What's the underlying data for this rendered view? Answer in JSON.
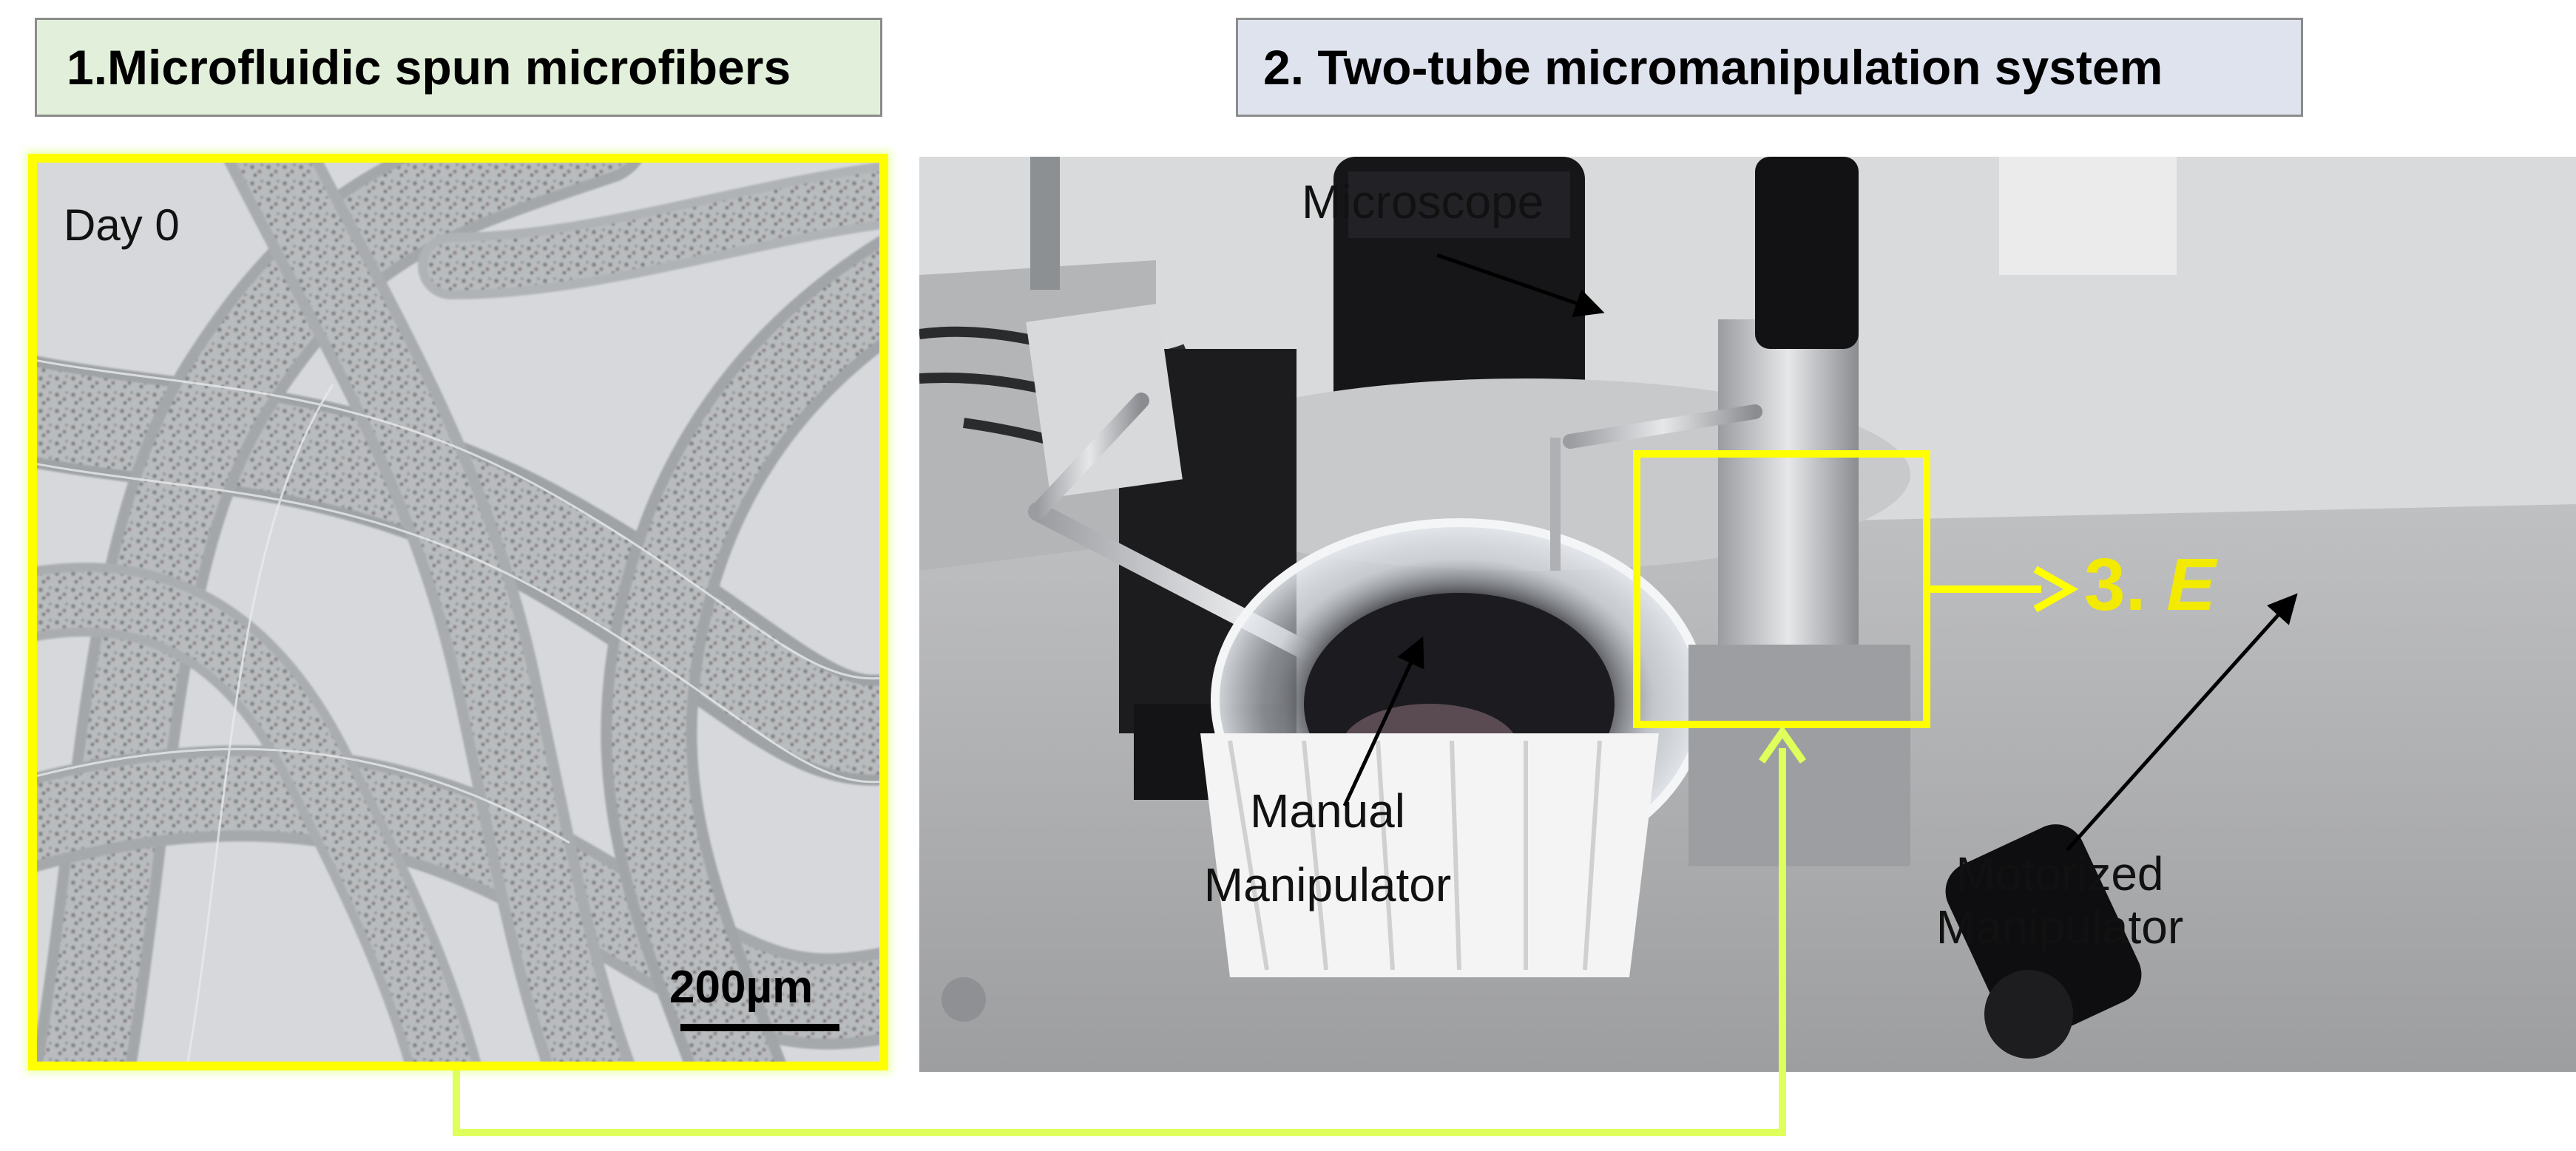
{
  "headers": {
    "panel1": "1.Microfluidic spun microfibers",
    "panel2": "2. Two-tube micromanipulation system"
  },
  "left_panel": {
    "day_label": "Day 0",
    "scale_label": "200µm"
  },
  "right_panel": {
    "labels": {
      "microscope": "Microscope",
      "manual_line1": "Manual",
      "manual_line2": "Manipulator",
      "motorized_line1": "Motorized",
      "motorized_line2": "Manipulator"
    },
    "callout": {
      "number": "3.",
      "letter": "E"
    }
  },
  "colors": {
    "highlight": "#ffff00",
    "callout_text": "#f2ea00",
    "header1_bg": "#e2efda",
    "header2_bg": "#dee3ee"
  }
}
